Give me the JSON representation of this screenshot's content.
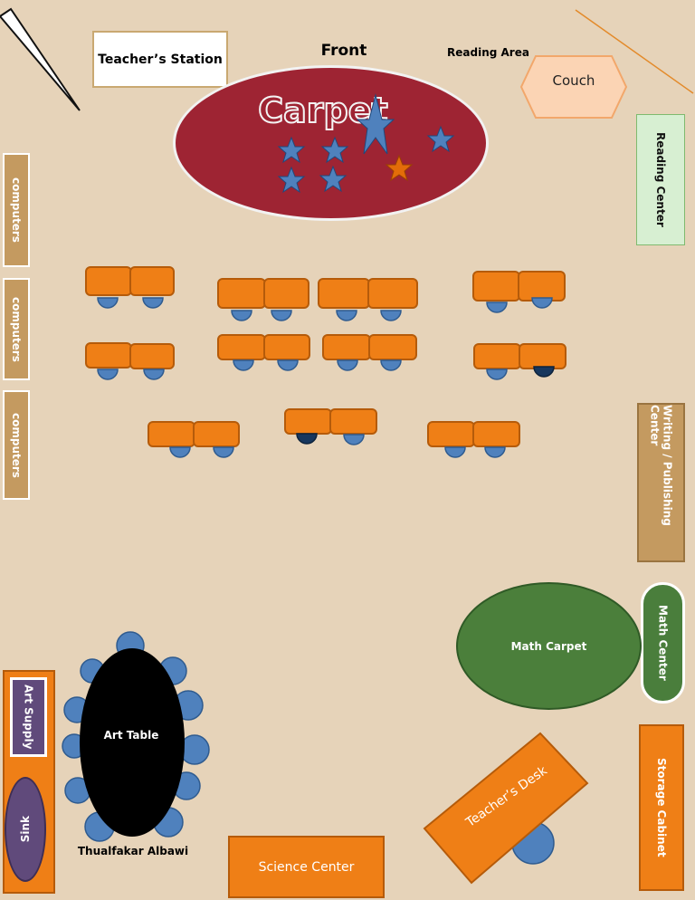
{
  "labels": {
    "teachers_station": "Teacher’s Station",
    "front": "Front",
    "reading_area": "Reading Area",
    "couch": "Couch",
    "carpet": "Carpet",
    "computers": [
      "computers",
      "computers",
      "computers"
    ],
    "reading_center": "Reading Center",
    "writing_center": "Writing / Publishing Center",
    "math_center": "Math Center",
    "math_carpet": "Math Carpet",
    "storage_cabinet": "Storage Cabinet",
    "art_supply": "Art Supply",
    "sink": "Sink",
    "art_table": "Art Table",
    "science_center": "Science Center",
    "teachers_desk": "Teacher’s Desk",
    "author": "Thualfakar Albawi"
  },
  "colors": {
    "desk": "#ef7f16",
    "chair": "#4f81bd",
    "carpet": "#9e2433",
    "star": "#4f81bd",
    "accent_star": "#e36c09",
    "math_green": "#4b7f3b"
  }
}
